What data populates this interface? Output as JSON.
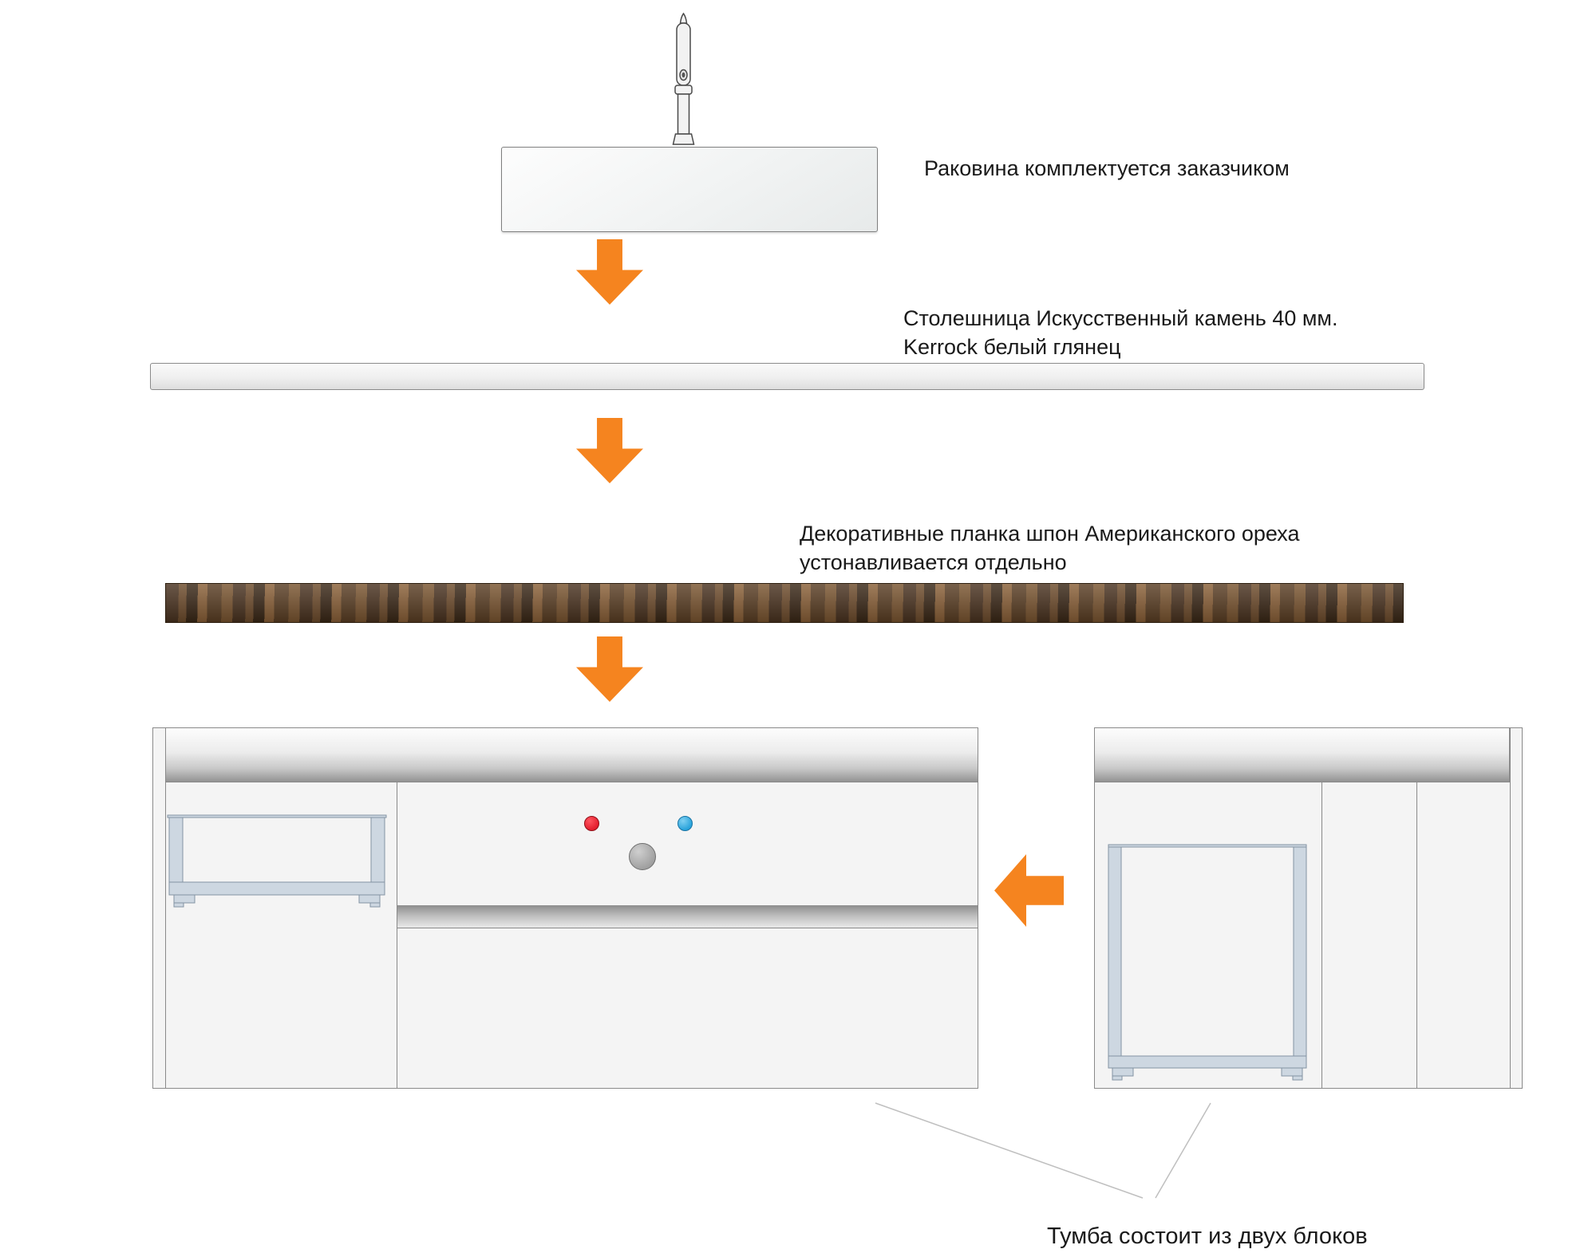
{
  "labels": {
    "sink_note": "Раковина комплектуется заказчиком",
    "countertop_note_line1": "Столешница Искусственный камень 40 мм.",
    "countertop_note_line2": "Kerrock белый глянец",
    "trim_note_line1": "Декоративные планка шпон Американского ореха",
    "trim_note_line2": "устонавливается отдельно",
    "cabinet_note": "Тумба состоит из двух блоков"
  },
  "colors": {
    "arrow_orange": "#F5841F",
    "hot_water": "#E31E2D",
    "cold_water": "#29A3DB",
    "drain_gray": "#ABABAB",
    "wood_dark": "#3A2817",
    "wood_light": "#8A6038"
  },
  "icons": {
    "faucet": "faucet-icon (svg outline of mixer tap)",
    "down_arrow": "orange block arrow pointing down",
    "left_arrow": "orange block arrow pointing left",
    "hot_water_dot": "red circle",
    "cold_water_dot": "blue circle",
    "drain_hole": "gray circle",
    "drawer_box": "light steel-blue drawer carcass frame"
  }
}
